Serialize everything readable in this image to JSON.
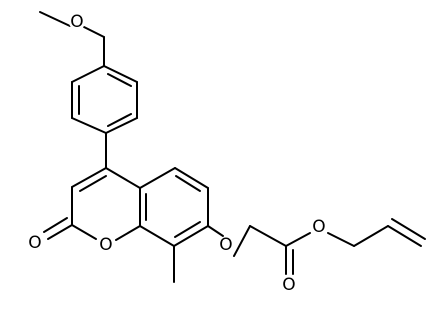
{
  "structure": {
    "atoms": {
      "methoxy_o": "O",
      "carbonyl_o": "O",
      "ring_o": "O",
      "ether_o": "O",
      "ester_carbonyl_o": "O",
      "ester_o": "O"
    }
  },
  "colors": {
    "bond": "#000000",
    "label": "#000000",
    "background": "#ffffff"
  }
}
